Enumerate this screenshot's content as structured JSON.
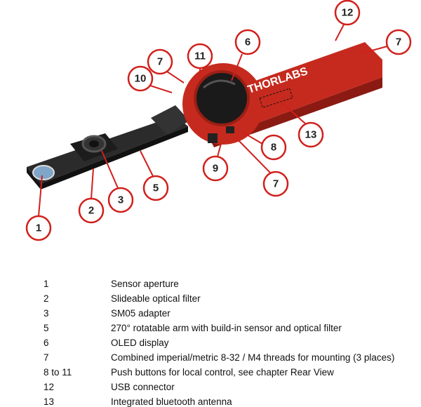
{
  "figure": {
    "brand_logo": "THORLABS",
    "callouts": [
      "1",
      "2",
      "3",
      "5",
      "6",
      "7",
      "11",
      "10",
      "12",
      "7",
      "13",
      "8",
      "9",
      "7"
    ]
  },
  "legend": [
    {
      "num": "1",
      "desc": "Sensor aperture"
    },
    {
      "num": "2",
      "desc": "Slideable optical filter"
    },
    {
      "num": "3",
      "desc": "SM05 adapter"
    },
    {
      "num": "5",
      "desc": "270° rotatable arm with build-in sensor and optical filter"
    },
    {
      "num": "6",
      "desc": "OLED display"
    },
    {
      "num": "7",
      "desc": "Combined imperial/metric 8-32 / M4 threads for mounting (3 places)"
    },
    {
      "num": "8 to 11",
      "desc": "Push buttons for local control, see chapter Rear View"
    },
    {
      "num": "12",
      "desc": "USB connector"
    },
    {
      "num": "13",
      "desc": "Integrated bluetooth antenna"
    }
  ],
  "colors": {
    "callout_ring": "#d0201c",
    "body": "#c62a1e",
    "arm": "#2b2b2b"
  }
}
